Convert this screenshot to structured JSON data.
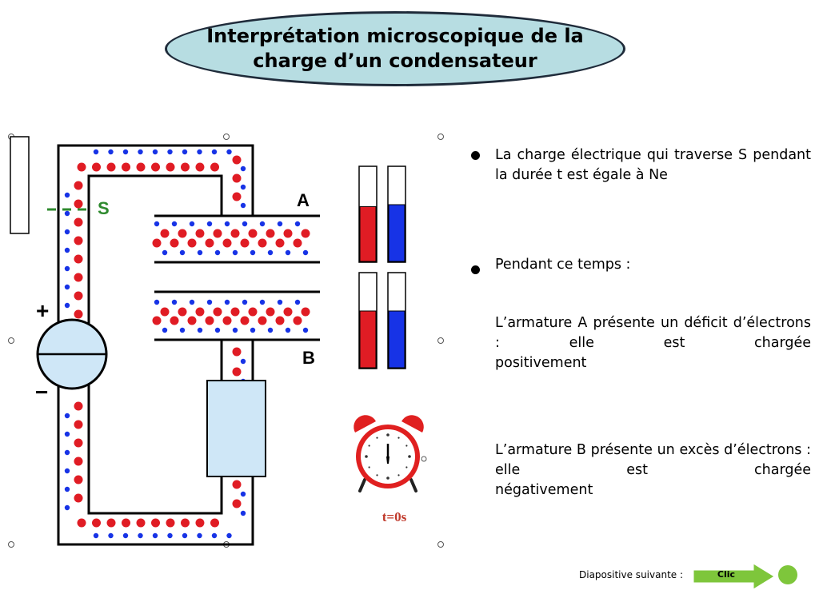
{
  "title": "Interprétation microscopique de la charge d’un condensateur",
  "diagram": {
    "label_s": "S",
    "label_a": "A",
    "label_b": "B",
    "label_plus": "+",
    "label_minus": "−",
    "timer": "t=0s"
  },
  "gauges": [
    {
      "level": 0.58,
      "color": "#e01c24"
    },
    {
      "level": 0.6,
      "color": "#1733e6"
    },
    {
      "level": 0.6,
      "color": "#e01c24"
    },
    {
      "level": 0.6,
      "color": "#1733e6"
    }
  ],
  "text": {
    "bullet1": "La charge électrique qui traverse S pendant la durée t est égale à Ne",
    "bullet2": "Pendant ce temps :",
    "para_a_line1": "L’armature A présente un déficit d’électrons : elle est chargée",
    "para_a_line2": "positivement",
    "para_b_line1": "L’armature B présente un excès d’électrons : elle est chargée",
    "para_b_line2": "négativement"
  },
  "footer": {
    "next_label": "Diapositive suivante :",
    "clic": "Clic"
  },
  "colors": {
    "title_fill": "#b7dde2",
    "red": "#e01c24",
    "blue": "#1733e6",
    "green_label": "#2e8a2e",
    "timer_red": "#c0392b",
    "arrow_green": "#7ec63b"
  }
}
